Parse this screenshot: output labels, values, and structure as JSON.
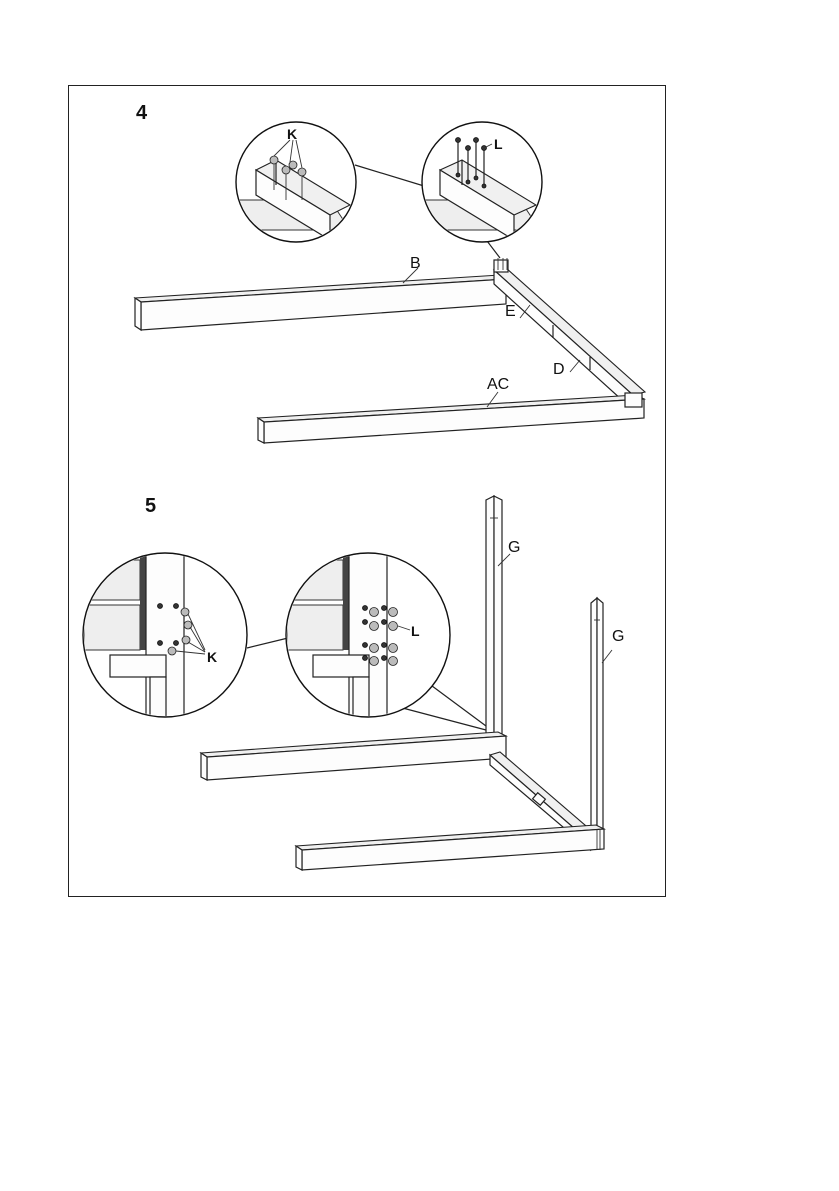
{
  "steps": [
    {
      "number": "4",
      "detail_labels": [
        "K",
        "L"
      ],
      "part_labels": [
        "B",
        "E",
        "D",
        "AC"
      ]
    },
    {
      "number": "5",
      "detail_labels": [
        "K",
        "L"
      ],
      "part_labels": [
        "G",
        "G"
      ]
    }
  ]
}
